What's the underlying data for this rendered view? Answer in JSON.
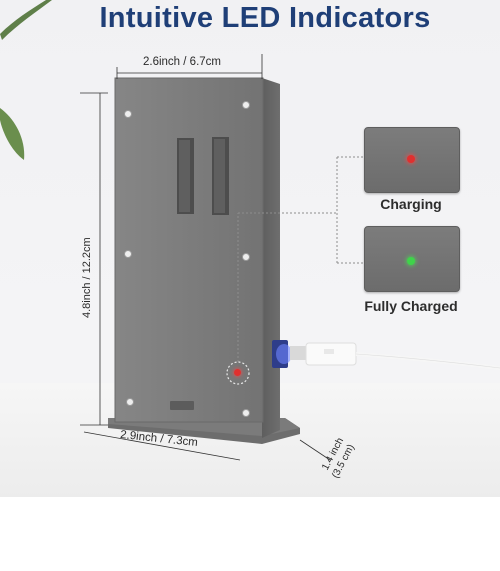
{
  "title": "Intuitive LED Indicators",
  "dimensions": {
    "width_top": "2.6inch / 6.7cm",
    "height_left": "4.8inch / 12.2cm",
    "width_bottom": "2.9inch / 7.3cm",
    "depth_line1": "1.4 inch",
    "depth_line2": "(3.5 cm)"
  },
  "indicators": [
    {
      "label": "Charging",
      "led_color": "#e0302f"
    },
    {
      "label": "Fully Charged",
      "led_color": "#3fd44a"
    }
  ],
  "colors": {
    "title": "#1f3f77",
    "body": "#7a7a7a",
    "cable": "#f4f4f4"
  }
}
